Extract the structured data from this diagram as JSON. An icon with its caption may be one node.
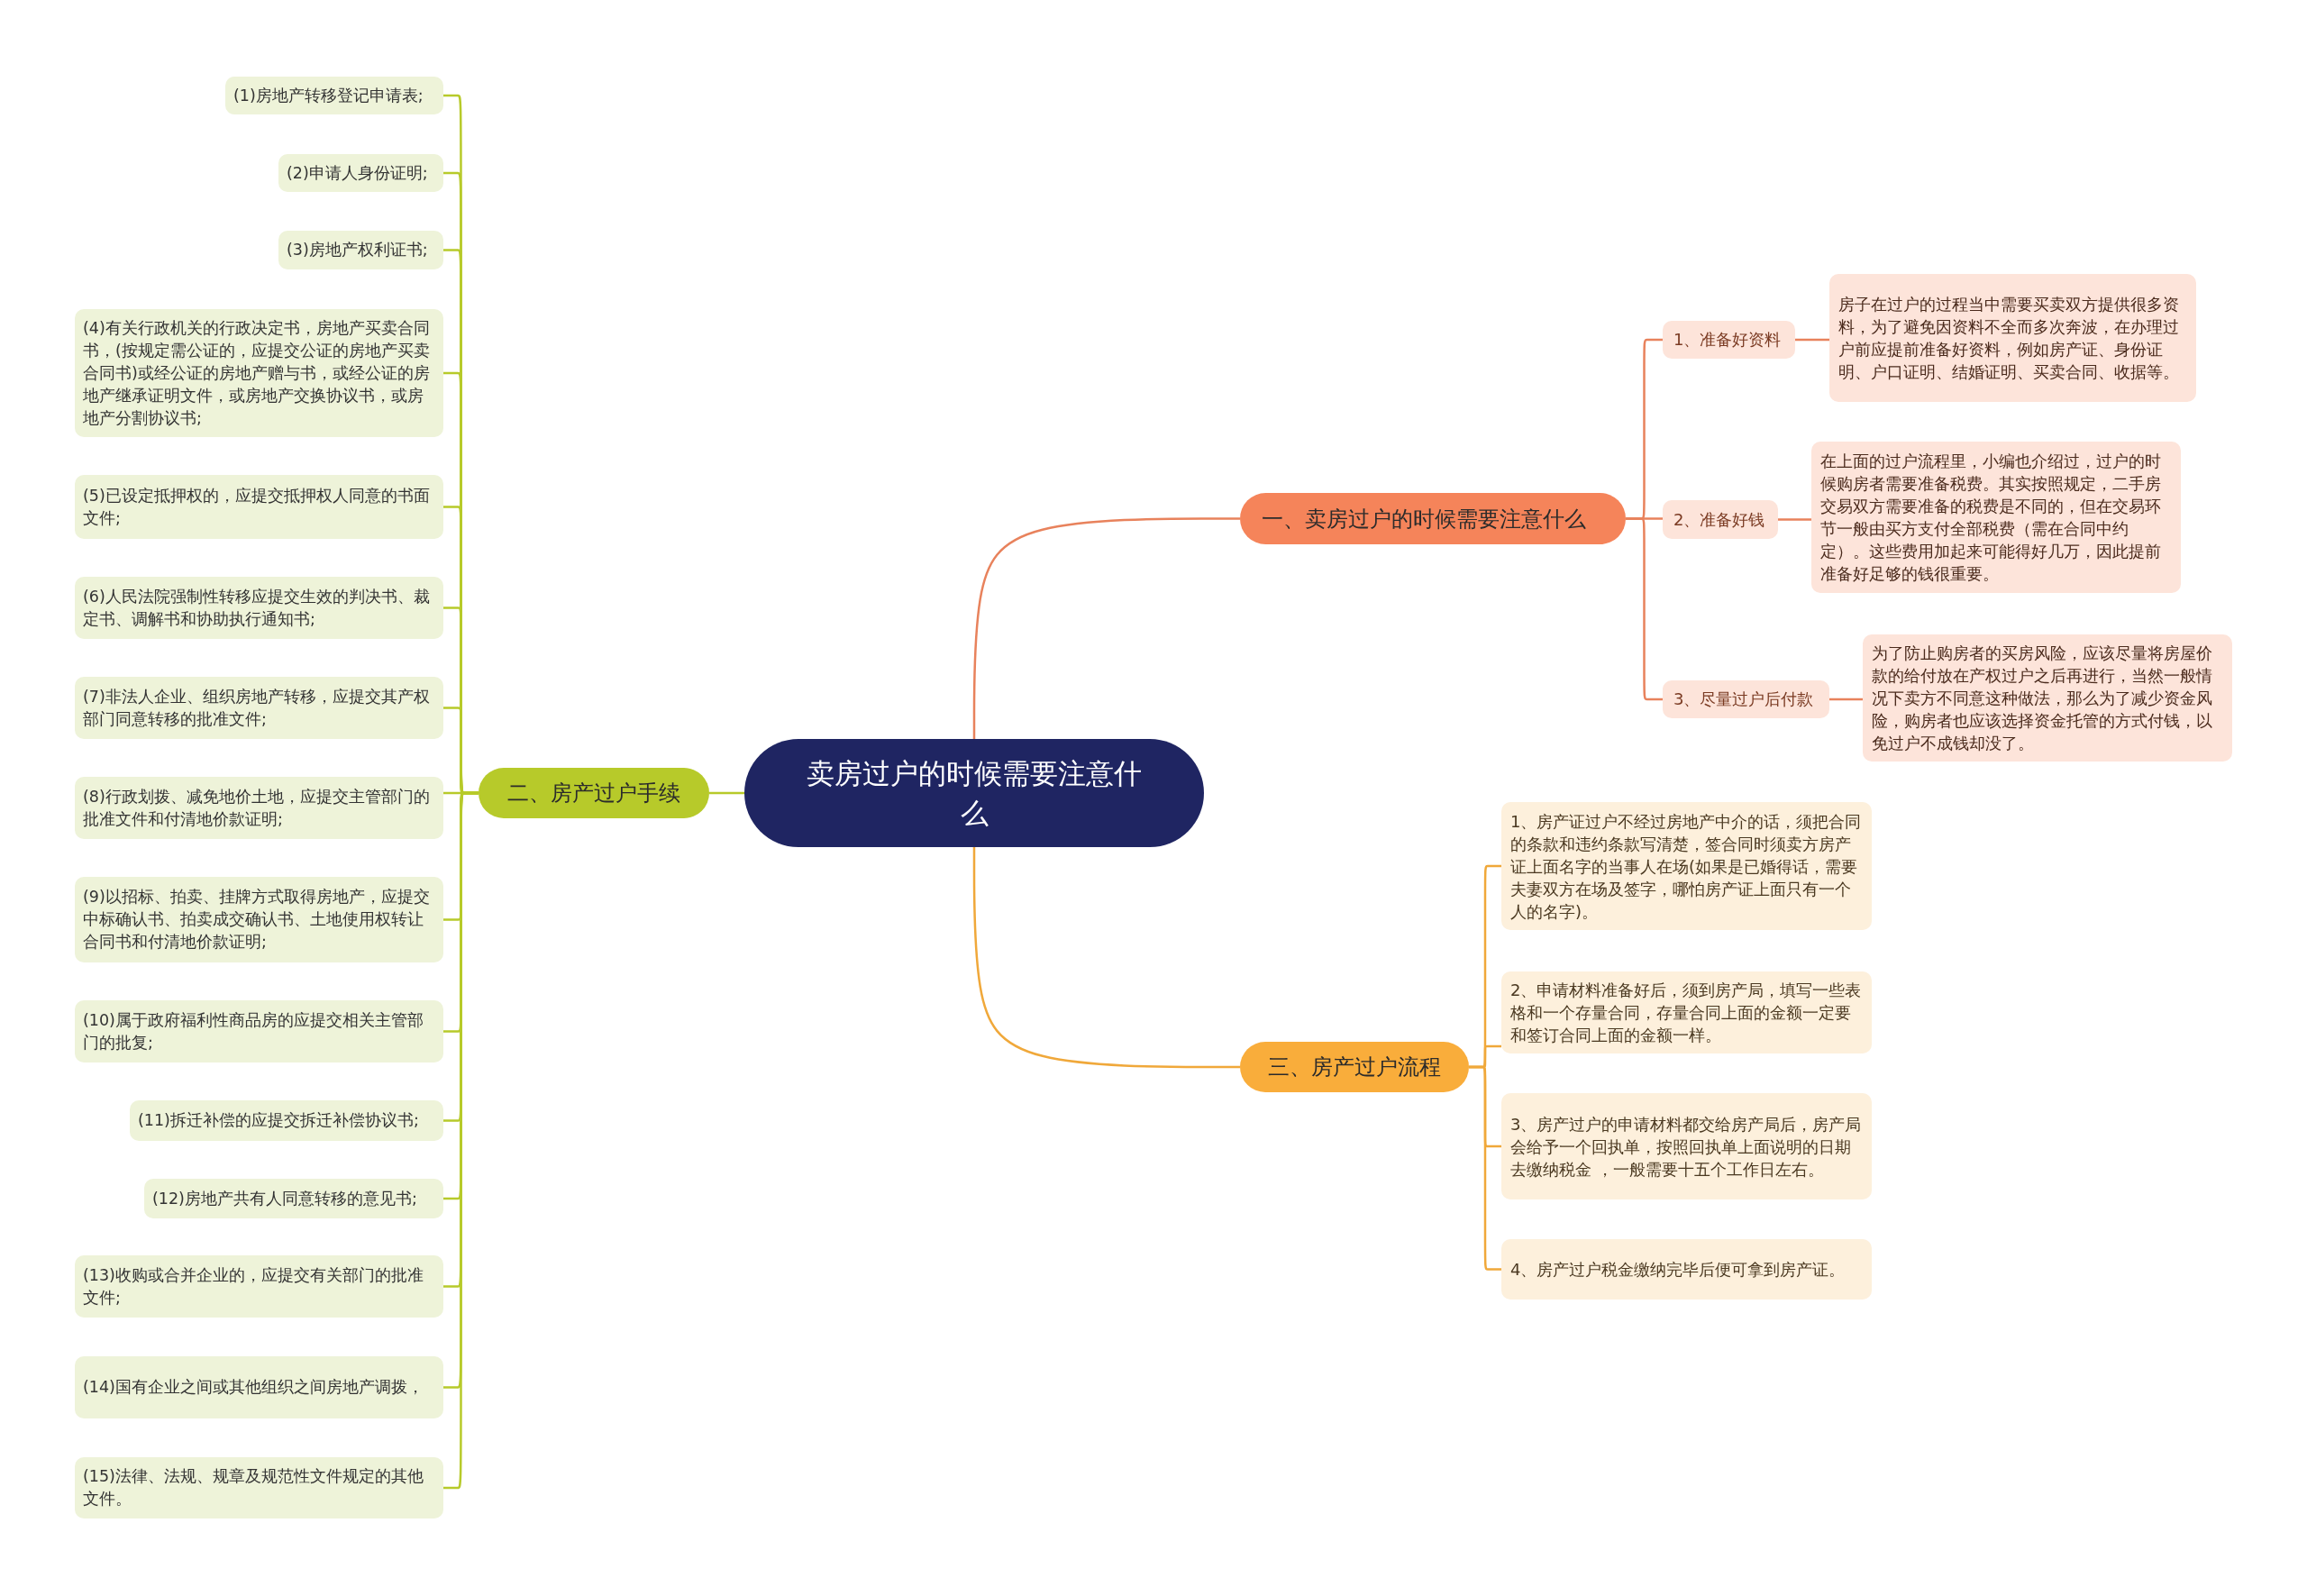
{
  "diagram": {
    "nodes": [
      {
        "text": [
          "卖房过户的时候需要注意什么"
        ]
      },
      {
        "text": [
          "一、卖房过户的时候需要注意什么"
        ]
      },
      {
        "text": [
          "1、准备好资料"
        ]
      },
      {
        "text": [
          "房子在过户的过程当中需要买卖双方提供很多资料，为了避免因资料不全而多次奔波，在办理过户前应提前准备好资料，例如房产证、身份证明、户口证明、结婚证明、买卖合同、收据等。"
        ]
      },
      {
        "text": [
          "2、准备好钱"
        ]
      },
      {
        "text": [
          "在上面的过户流程里，小编也介绍过，过户的时候购房者需要准备税费。其实按照规定，二手房交易双方需要准备的税费是不同的，但在交易环节一般由买方支付全部税费（需在合同中约定）。这些费用加起来可能得好几万，因此提前准备好足够的钱很重要。"
        ]
      },
      {
        "text": [
          "3、尽量过户后付款"
        ]
      },
      {
        "text": [
          "为了防止购房者的买房风险，应该尽量将房屋价款的给付放在产权过户之后再进行，当然一般情况下卖方不同意这种做法，那么为了减少资金风险，购房者也应该选择资金托管的方式付钱，以免过户不成钱却没了。"
        ]
      },
      {
        "text": [
          "二、房产过户手续"
        ]
      },
      {
        "text": [
          "(1)房地产转移登记申请表;"
        ]
      },
      {
        "text": [
          "(2)申请人身份证明;"
        ]
      },
      {
        "text": [
          "(3)房地产权利证书;"
        ]
      },
      {
        "text": [
          "(4)有关行政机关的行政决定书，房地产买卖合同书，(按规定需公证的，应提交公证的房地产买卖合同书)或经公证的房地产赠与书，或经公证的房地产继承证明文件，或房地产交换协议书，或房地产分割协议书;"
        ]
      },
      {
        "text": [
          "(5)已设定抵押权的，应提交抵押权人同意的书面文件;"
        ]
      },
      {
        "text": [
          "(6)人民法院强制性转移应提交生效的判决书、裁定书、调解书和协助执行通知书;"
        ]
      },
      {
        "text": [
          "(7)非法人企业、组织房地产转移，应提交其产权部门同意转移的批准文件;"
        ]
      },
      {
        "text": [
          "(8)行政划拨、减免地价土地，应提交主管部门的批准文件和付清地价款证明;"
        ]
      },
      {
        "text": [
          "(9)以招标、拍卖、挂牌方式取得房地产，应提交中标确认书、拍卖成交确认书、土地使用权转让合同书和付清地价款证明;"
        ]
      },
      {
        "text": [
          "(10)属于政府福利性商品房的应提交相关主管部门的批复;"
        ]
      },
      {
        "text": [
          "(11)拆迁补偿的应提交拆迁补偿协议书;"
        ]
      },
      {
        "text": [
          "(12)房地产共有人同意转移的意见书;"
        ]
      },
      {
        "text": [
          "(13)收购或合并企业的，应提交有关部门的批准文件;"
        ]
      },
      {
        "text": [
          "(14)国有企业之间或其他组织之间房地产调拨，"
        ]
      },
      {
        "text": [
          "(15)法律、法规、规章及规范性文件规定的其他文件。"
        ]
      },
      {
        "text": [
          "三、房产过户流程"
        ]
      },
      {
        "text": [
          "1、房产证过户不经过房地产中介的话，须把合同的条款和违约条款写清楚，签合同时须卖方房产证上面名字的当事人在场(如果是已婚得话，需要夫妻双方在场及签字，哪怕房产证上面只有一个人的名字)。"
        ]
      },
      {
        "text": [
          "2、申请材料准备好后，须到房产局，填写一些表格和一个存量合同，存量合同上面的金额一定要和签订合同上面的金额一样。"
        ]
      },
      {
        "text": [
          "3、房产过户的申请材料都交给房产局后，房产局会给予一个回执单，按照回执单上面说明的日期去缴纳税金 ，一般需要十五个工作日左右。"
        ]
      },
      {
        "text": [
          "4、房产过户税金缴纳完毕后便可拿到房产证。"
        ]
      }
    ],
    "edges": [
      {
        "from": 0,
        "to": 1,
        "arrow": "none",
        "color": "#e8825c"
      },
      {
        "from": 1,
        "to": 2,
        "arrow": "none",
        "color": "#e8825c"
      },
      {
        "from": 2,
        "to": 3,
        "arrow": "none",
        "color": "#e8825c"
      },
      {
        "from": 1,
        "to": 4,
        "arrow": "none",
        "color": "#e8825c"
      },
      {
        "from": 4,
        "to": 5,
        "arrow": "none",
        "color": "#e8825c"
      },
      {
        "from": 1,
        "to": 6,
        "arrow": "none",
        "color": "#e8825c"
      },
      {
        "from": 6,
        "to": 7,
        "arrow": "none",
        "color": "#e8825c"
      },
      {
        "from": 0,
        "to": 8,
        "arrow": "none"
      },
      {
        "from": 8,
        "to": 9,
        "arrow": "none"
      },
      {
        "from": 8,
        "to": 10,
        "arrow": "none"
      },
      {
        "from": 8,
        "to": 11,
        "arrow": "none"
      },
      {
        "from": 8,
        "to": 12,
        "arrow": "none"
      },
      {
        "from": 8,
        "to": 13,
        "arrow": "none"
      },
      {
        "from": 8,
        "to": 14,
        "arrow": "none"
      },
      {
        "from": 8,
        "to": 15,
        "arrow": "none"
      },
      {
        "from": 8,
        "to": 16,
        "arrow": "none"
      },
      {
        "from": 8,
        "to": 17,
        "arrow": "none"
      },
      {
        "from": 8,
        "to": 18,
        "arrow": "none"
      },
      {
        "from": 8,
        "to": 19,
        "arrow": "none"
      },
      {
        "from": 8,
        "to": 20,
        "arrow": "none"
      },
      {
        "from": 8,
        "to": 21,
        "arrow": "none"
      },
      {
        "from": 8,
        "to": 22,
        "arrow": "none"
      },
      {
        "from": 8,
        "to": 23,
        "arrow": "none"
      },
      {
        "from": 0,
        "to": 24,
        "arrow": "none",
        "color": "#f0a83a"
      },
      {
        "from": 24,
        "to": 25,
        "arrow": "none",
        "color": "#f0a83a"
      },
      {
        "from": 24,
        "to": 26,
        "arrow": "none",
        "color": "#f0a83a"
      },
      {
        "from": 24,
        "to": 27,
        "arrow": "none",
        "color": "#f0a83a"
      },
      {
        "from": 24,
        "to": 28,
        "arrow": "none",
        "color": "#f0a83a"
      }
    ]
  }
}
